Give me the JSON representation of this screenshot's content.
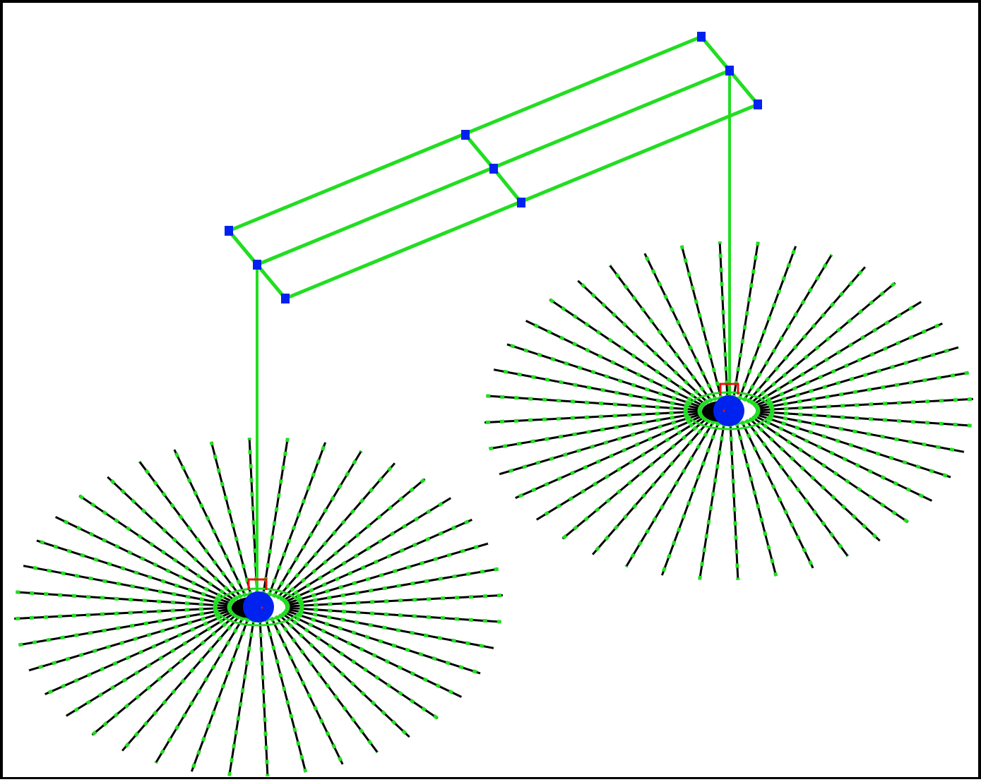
{
  "scene": {
    "background_color": "#ffffff",
    "frame_color": "#000000",
    "wire_color": "#22dd22",
    "ray_color": "#000000",
    "ray_dot_color": "#22dd22",
    "node_color": "#0022ee",
    "handle_color": "#ee1111",
    "plate_corner_count": 9,
    "hub_count": 2,
    "rays_per_hub": 40
  }
}
